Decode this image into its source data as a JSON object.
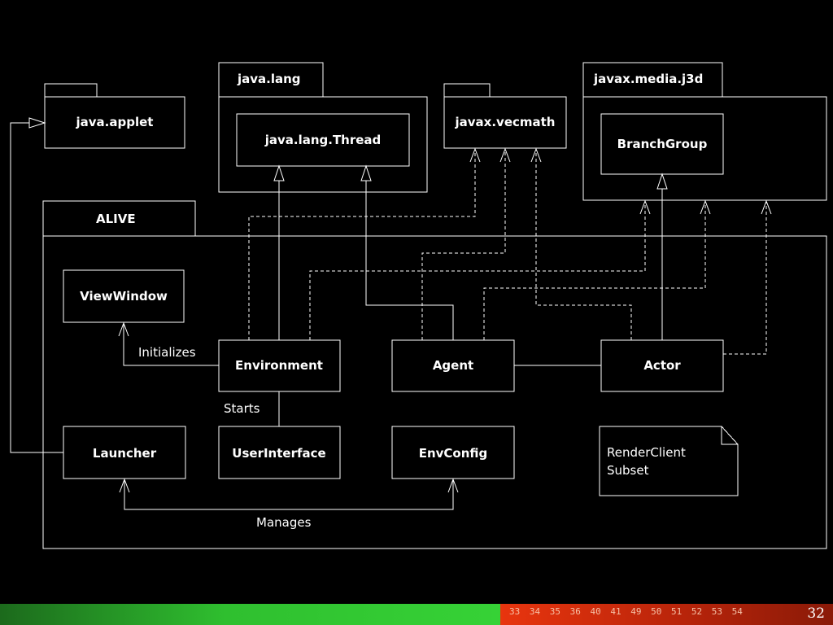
{
  "diagram": {
    "packages": {
      "java_applet": "java.applet",
      "java_lang": "java.lang",
      "javax_vecmath": "javax.vecmath",
      "javax_media_j3d": "javax.media.j3d",
      "alive": "ALIVE"
    },
    "classes": {
      "thread": "java.lang.Thread",
      "branch_group": "BranchGroup",
      "view_window": "ViewWindow",
      "environment": "Environment",
      "agent": "Agent",
      "actor": "Actor",
      "launcher": "Launcher",
      "user_interface": "UserInterface",
      "env_config": "EnvConfig"
    },
    "note": {
      "line1": "RenderClient",
      "line2": "Subset"
    },
    "labels": {
      "initializes": "Initializes",
      "starts": "Starts",
      "manages": "Manages"
    }
  },
  "footer": {
    "pages": [
      "33",
      "34",
      "35",
      "36",
      "40",
      "41",
      "49",
      "50",
      "51",
      "52",
      "53",
      "54"
    ],
    "current_page": "32",
    "colors": {
      "green": "#36d236",
      "red": "#e8350e"
    }
  }
}
